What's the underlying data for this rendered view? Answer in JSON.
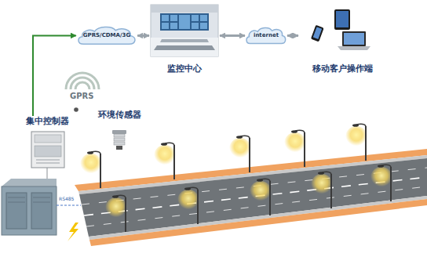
{
  "diagram": {
    "nodes": [
      {
        "text": [
          "GPRS/CDMA/3G"
        ]
      },
      {
        "text": [
          "监控中心"
        ]
      },
      {
        "text": [
          "internet"
        ]
      },
      {
        "text": [
          "移动客户操作端"
        ]
      },
      {
        "text": [
          "集中控制器"
        ]
      },
      {
        "text": [
          "环境传感器"
        ]
      }
    ],
    "edges": [
      {
        "from": 0,
        "to": 1,
        "arrow": "both"
      },
      {
        "from": 1,
        "to": 2,
        "arrow": "both"
      },
      {
        "from": 2,
        "to": 3,
        "arrow": "both"
      },
      {
        "from": 4,
        "to": 0,
        "arrow": "to"
      }
    ],
    "labels": [
      "GPRS",
      "RS485"
    ]
  }
}
